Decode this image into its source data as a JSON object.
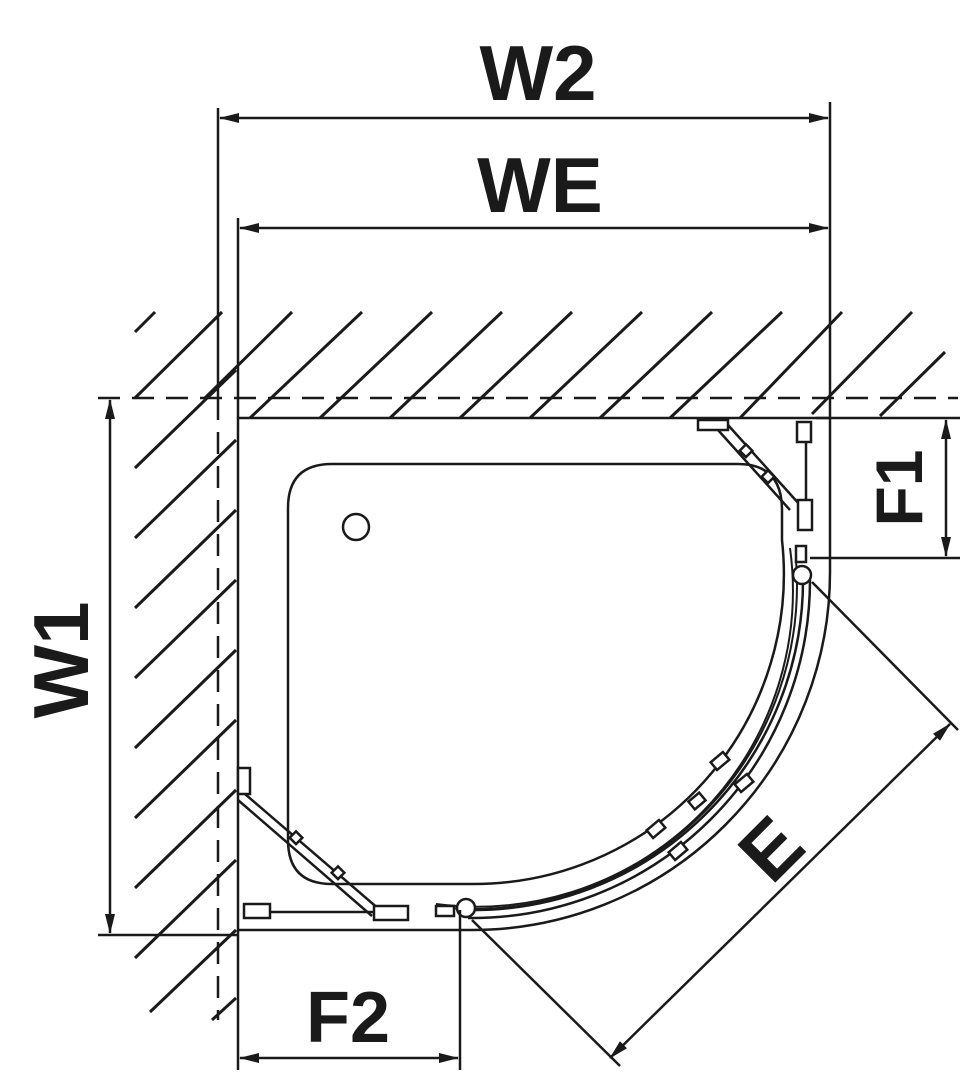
{
  "labels": {
    "w2": "W2",
    "we": "WE",
    "w1": "W1",
    "f1": "F1",
    "f2": "F2",
    "e": "E"
  },
  "colors": {
    "ink": "#1a1a1a",
    "background": "#ffffff"
  }
}
